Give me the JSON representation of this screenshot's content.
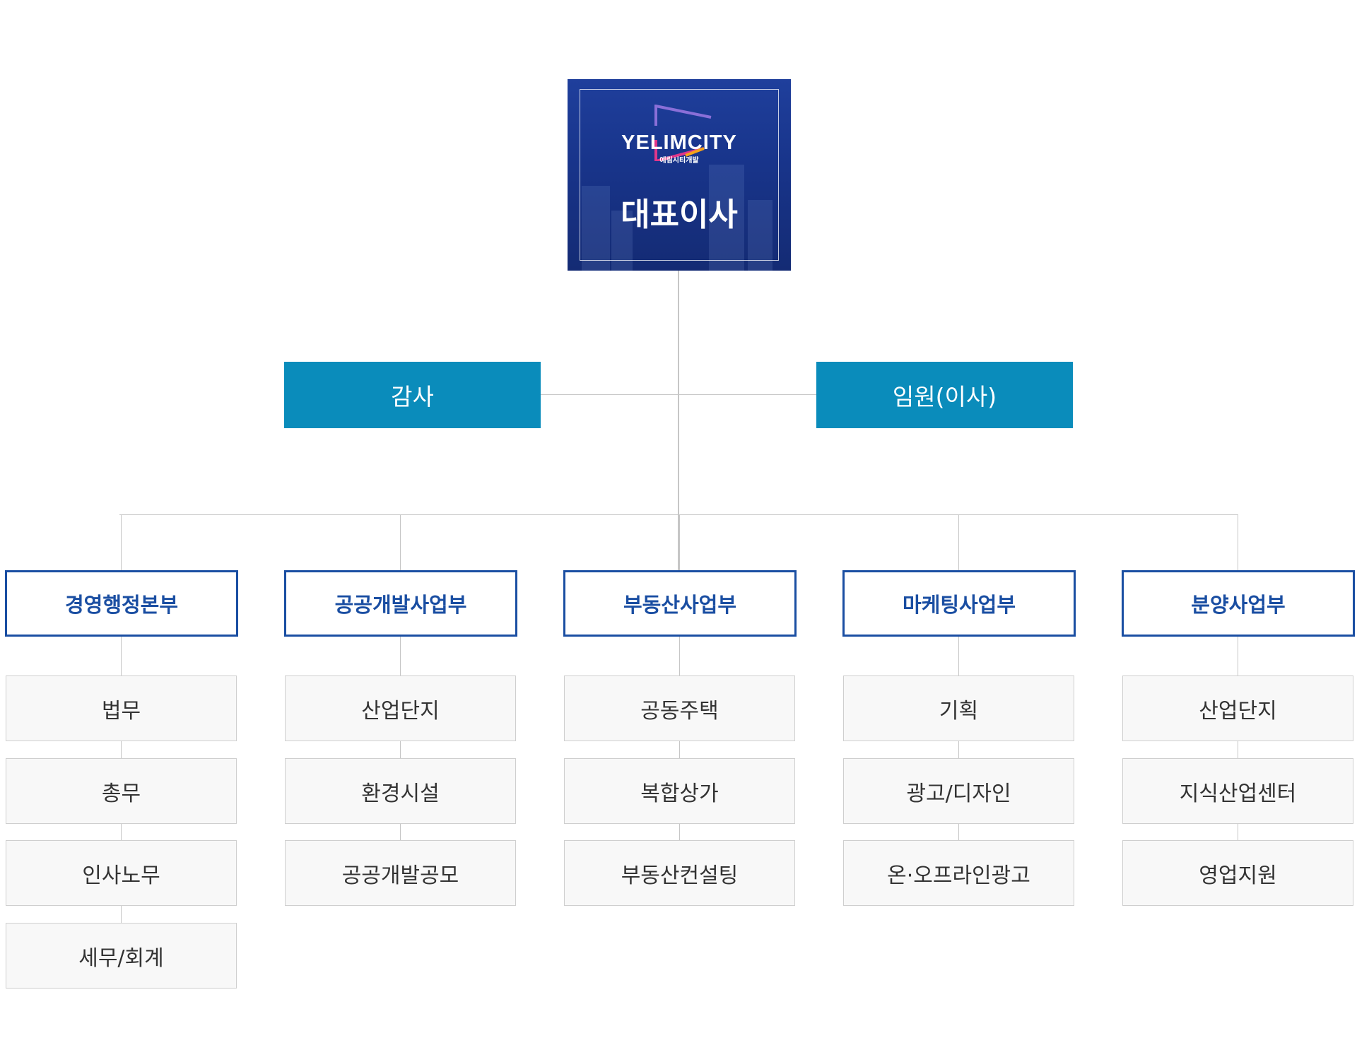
{
  "ceo": {
    "logo": "YELIMCITY",
    "logo_sub": "예림시티개발",
    "title": "대표이사"
  },
  "auditor": {
    "label": "감사"
  },
  "executive": {
    "label": "임원(이사)"
  },
  "departments": [
    {
      "name": "경영행정본부",
      "teams": [
        "법무",
        "총무",
        "인사노무",
        "세무/회계"
      ]
    },
    {
      "name": "공공개발사업부",
      "teams": [
        "산업단지",
        "환경시설",
        "공공개발공모"
      ]
    },
    {
      "name": "부동산사업부",
      "teams": [
        "공동주택",
        "복합상가",
        "부동산컨설팅"
      ]
    },
    {
      "name": "마케팅사업부",
      "teams": [
        "기획",
        "광고/디자인",
        "온·오프라인광고"
      ]
    },
    {
      "name": "분양사업부",
      "teams": [
        "산업단지",
        "지식산업센터",
        "영업지원"
      ]
    }
  ],
  "colors": {
    "dept_border": "#1a4ea2",
    "teal_box": "#0a8cbb",
    "ceo_bg": "#18348a",
    "connector": "#c6c6c6"
  }
}
